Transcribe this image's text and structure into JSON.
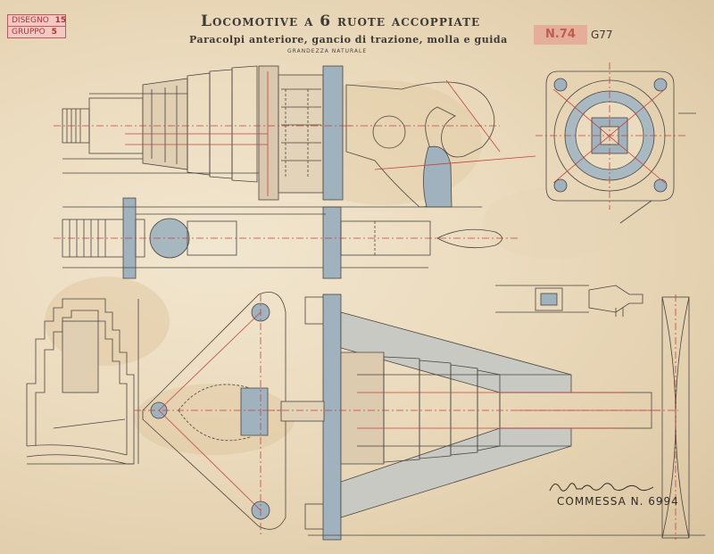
{
  "header": {
    "title": "Locomotive a 6 ruote accoppiate",
    "subtitle": "Paracolpi anteriore, gancio di trazione, molla e guida",
    "scale_note": "GRANDEZZA NATURALE",
    "sheet_number": "G77",
    "red_stamp": "N.74"
  },
  "corner_labels": [
    {
      "text": "DISEGNO",
      "number": "15"
    },
    {
      "text": "GRUPPO",
      "number": "5"
    }
  ],
  "footer": {
    "commessa": "COMMESSA N. 6994"
  },
  "colors": {
    "paper": "#ecdcbf",
    "ink": "#3e3a36",
    "red_ink": "#c0443f",
    "blue_wash": "#9fb2bd"
  }
}
